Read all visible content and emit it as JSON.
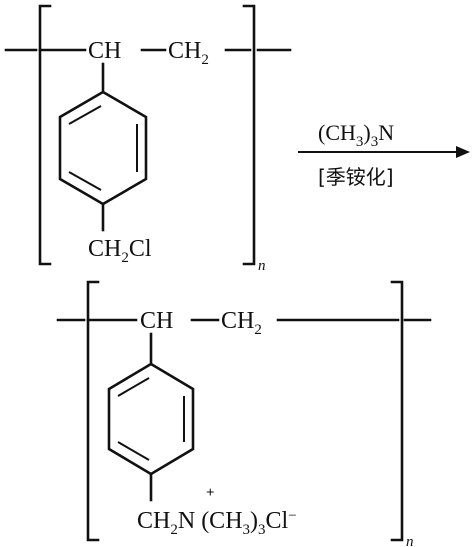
{
  "reactant": {
    "backbone_ch": "CH",
    "backbone_ch2": "CH",
    "backbone_ch2_subscript": "2",
    "substituent_ch": "CH",
    "substituent_sub": "2",
    "substituent_cl": "Cl",
    "repeat_index": "n"
  },
  "reaction": {
    "reagent_open": "(CH",
    "reagent_sub": "3",
    "reagent_close": ")",
    "reagent_count": "3",
    "reagent_atom": "N",
    "reaction_type": "[季铵化]"
  },
  "product": {
    "backbone_ch": "CH",
    "backbone_ch2": "CH",
    "backbone_ch2_subscript": "2",
    "substituent_ch": "CH",
    "substituent_sub": "2",
    "nitrogen": "N",
    "charge_plus": "+",
    "methyl_open": "(CH",
    "methyl_sub": "3",
    "methyl_close": ")",
    "methyl_count": "3",
    "counter_ion": "Cl",
    "charge_minus": "−",
    "repeat_index": "n"
  }
}
